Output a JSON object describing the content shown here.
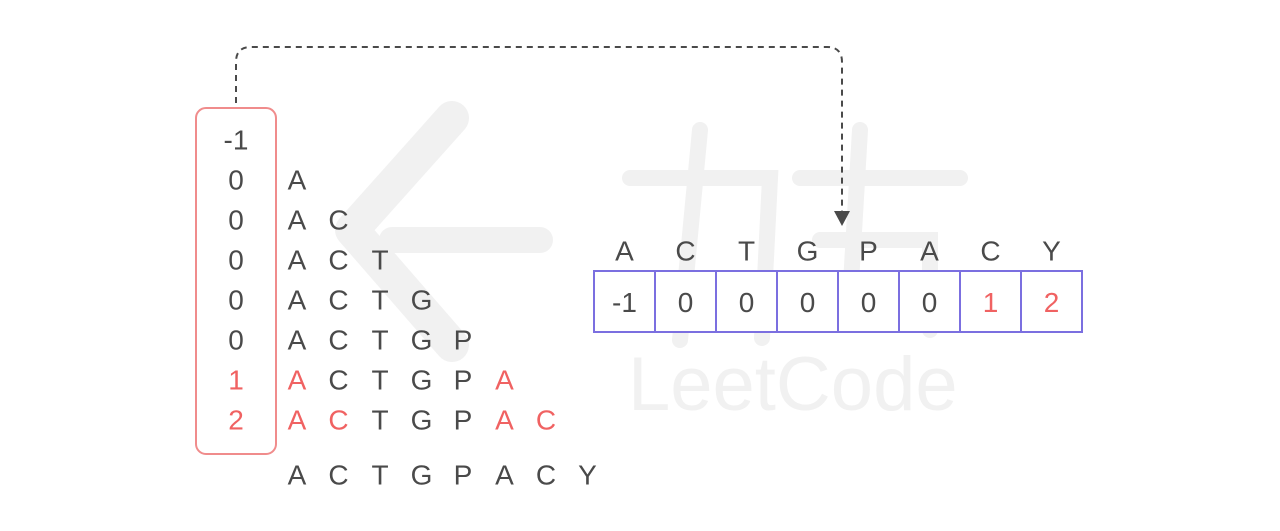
{
  "colors": {
    "text": "#4a4a4a",
    "highlight": "#f06262",
    "box_border": "#f08c8c",
    "array_border": "#7b6fe0",
    "arrow": "#4a4a4a",
    "watermark": "#f1f1f1"
  },
  "watermark": {
    "brand": "LeetCode"
  },
  "prefix_table": {
    "rows": [
      {
        "value": "-1",
        "highlight": false,
        "chars": []
      },
      {
        "value": "0",
        "highlight": false,
        "chars": [
          {
            "c": "A",
            "hl": false
          }
        ]
      },
      {
        "value": "0",
        "highlight": false,
        "chars": [
          {
            "c": "A",
            "hl": false
          },
          {
            "c": "C",
            "hl": false
          }
        ]
      },
      {
        "value": "0",
        "highlight": false,
        "chars": [
          {
            "c": "A",
            "hl": false
          },
          {
            "c": "C",
            "hl": false
          },
          {
            "c": "T",
            "hl": false
          }
        ]
      },
      {
        "value": "0",
        "highlight": false,
        "chars": [
          {
            "c": "A",
            "hl": false
          },
          {
            "c": "C",
            "hl": false
          },
          {
            "c": "T",
            "hl": false
          },
          {
            "c": "G",
            "hl": false
          }
        ]
      },
      {
        "value": "0",
        "highlight": false,
        "chars": [
          {
            "c": "A",
            "hl": false
          },
          {
            "c": "C",
            "hl": false
          },
          {
            "c": "T",
            "hl": false
          },
          {
            "c": "G",
            "hl": false
          },
          {
            "c": "P",
            "hl": false
          }
        ]
      },
      {
        "value": "1",
        "highlight": true,
        "chars": [
          {
            "c": "A",
            "hl": true
          },
          {
            "c": "C",
            "hl": false
          },
          {
            "c": "T",
            "hl": false
          },
          {
            "c": "G",
            "hl": false
          },
          {
            "c": "P",
            "hl": false
          },
          {
            "c": "A",
            "hl": true
          }
        ]
      },
      {
        "value": "2",
        "highlight": true,
        "chars": [
          {
            "c": "A",
            "hl": true
          },
          {
            "c": "C",
            "hl": true
          },
          {
            "c": "T",
            "hl": false
          },
          {
            "c": "G",
            "hl": false
          },
          {
            "c": "P",
            "hl": false
          },
          {
            "c": "A",
            "hl": true
          },
          {
            "c": "C",
            "hl": true
          }
        ]
      }
    ],
    "full_pattern": [
      "A",
      "C",
      "T",
      "G",
      "P",
      "A",
      "C",
      "Y"
    ]
  },
  "next_array": {
    "header": [
      "A",
      "C",
      "T",
      "G",
      "P",
      "A",
      "C",
      "Y"
    ],
    "cells": [
      {
        "value": "-1",
        "hl": false
      },
      {
        "value": "0",
        "hl": false
      },
      {
        "value": "0",
        "hl": false
      },
      {
        "value": "0",
        "hl": false
      },
      {
        "value": "0",
        "hl": false
      },
      {
        "value": "0",
        "hl": false
      },
      {
        "value": "1",
        "hl": true
      },
      {
        "value": "2",
        "hl": true
      }
    ]
  }
}
